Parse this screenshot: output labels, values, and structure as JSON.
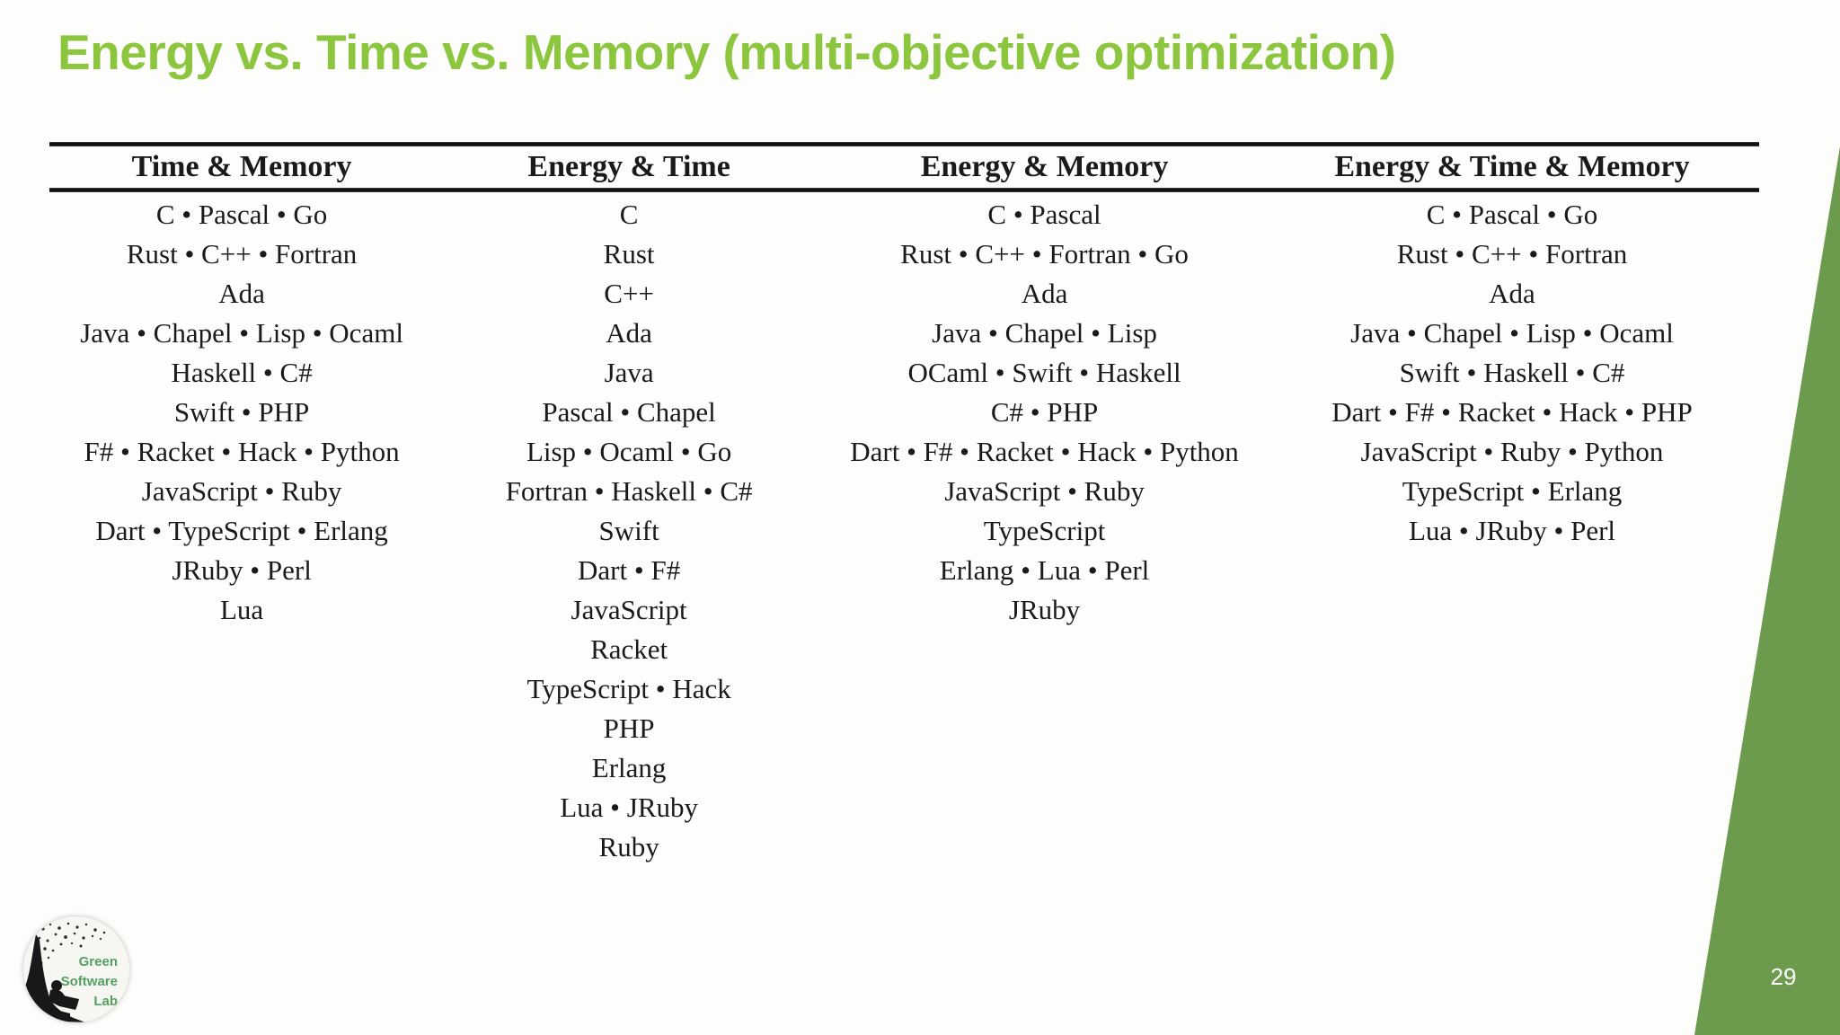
{
  "slide": {
    "title": "Energy vs. Time vs. Memory (multi-objective optimization)",
    "page_number": "29",
    "colors": {
      "title_green": "#8CC63F",
      "wedge_green": "#6C9B4E",
      "logo_green": "#53A060",
      "table_text": "#1a1a1a"
    }
  },
  "table": {
    "columns": [
      {
        "header": "Time & Memory",
        "rows": [
          "C • Pascal • Go",
          "Rust • C++ • Fortran",
          "Ada",
          "Java • Chapel • Lisp • Ocaml",
          "Haskell • C#",
          "Swift • PHP",
          "F# • Racket • Hack • Python",
          "JavaScript • Ruby",
          "Dart • TypeScript • Erlang",
          "JRuby • Perl",
          "Lua"
        ]
      },
      {
        "header": "Energy & Time",
        "rows": [
          "C",
          "Rust",
          "C++",
          "Ada",
          "Java",
          "Pascal • Chapel",
          "Lisp • Ocaml • Go",
          "Fortran • Haskell • C#",
          "Swift",
          "Dart • F#",
          "JavaScript",
          "Racket",
          "TypeScript • Hack",
          "PHP",
          "Erlang",
          "Lua • JRuby",
          "Ruby"
        ]
      },
      {
        "header": "Energy & Memory",
        "rows": [
          "C • Pascal",
          "Rust • C++ • Fortran • Go",
          "Ada",
          "Java • Chapel • Lisp",
          "OCaml • Swift • Haskell",
          "C# • PHP",
          "Dart • F# • Racket • Hack • Python",
          "JavaScript • Ruby",
          "TypeScript",
          "Erlang • Lua • Perl",
          "JRuby"
        ]
      },
      {
        "header": "Energy & Time & Memory",
        "rows": [
          "C • Pascal • Go",
          "Rust • C++ • Fortran",
          "Ada",
          "Java • Chapel • Lisp • Ocaml",
          "Swift • Haskell • C#",
          "Dart • F# • Racket • Hack • PHP",
          "JavaScript • Ruby • Python",
          "TypeScript • Erlang",
          "Lua • JRuby • Perl"
        ]
      }
    ]
  },
  "logo": {
    "line1": "Green",
    "line2": "Software",
    "line3": "Lab"
  }
}
